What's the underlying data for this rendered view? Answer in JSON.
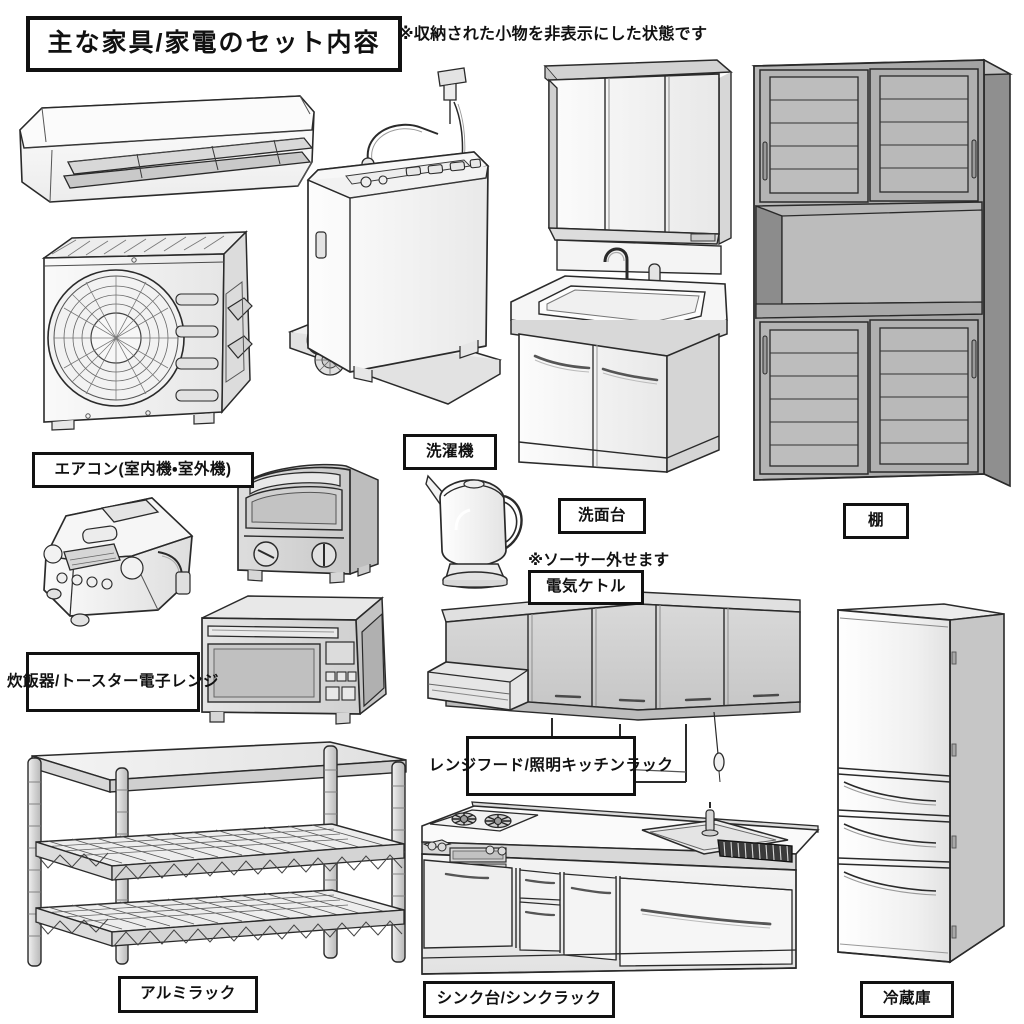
{
  "page": {
    "title": "主な家具/家電のセット内容",
    "top_note": "※収納された小物を非表示にした状態です",
    "kettle_note": "※ソーサー外せます",
    "background": "#ffffff",
    "line_color": "#222222"
  },
  "labels": {
    "aircon": "エアコン(室内機・室外機)",
    "washer": "洗濯機",
    "vanity": "洗面台",
    "shelf": "棚",
    "kettle": "電気ケトル",
    "cooking_appliances_line1": "炊飯器/トースター",
    "cooking_appliances_line2": "電子レンジ",
    "rangehood_line1": "レンジフード/照明",
    "rangehood_line2": "キッチンラック",
    "alumirack": "アルミラック",
    "sink": "シンク台/シンクラック",
    "fridge": "冷蔵庫"
  },
  "items": [
    {
      "id": "aircon-indoor",
      "name": "エアコン室内機"
    },
    {
      "id": "aircon-outdoor",
      "name": "エアコン室外機"
    },
    {
      "id": "washer",
      "name": "洗濯機"
    },
    {
      "id": "vanity",
      "name": "洗面台"
    },
    {
      "id": "shelf",
      "name": "棚"
    },
    {
      "id": "rice-cooker",
      "name": "炊飯器"
    },
    {
      "id": "toaster",
      "name": "トースター"
    },
    {
      "id": "kettle",
      "name": "電気ケトル"
    },
    {
      "id": "microwave",
      "name": "電子レンジ"
    },
    {
      "id": "range-hood",
      "name": "レンジフード/照明/キッチンラック"
    },
    {
      "id": "alumi-rack",
      "name": "アルミラック"
    },
    {
      "id": "sink-unit",
      "name": "シンク台/シンクラック"
    },
    {
      "id": "fridge",
      "name": "冷蔵庫"
    }
  ]
}
